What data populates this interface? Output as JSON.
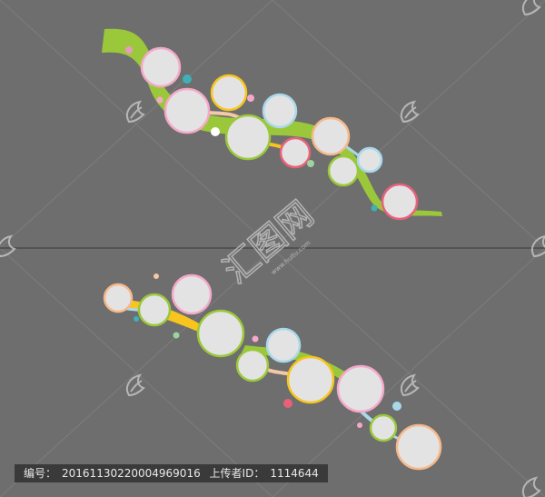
{
  "colors": {
    "background": "#6e6e6e",
    "vine_green": "#9bc83a",
    "accent_yellow": "#f7c51e",
    "accent_peach": "#f5c9a6",
    "accent_blue": "#a8d8ea",
    "bubble_fill": "#e3e3e3",
    "divider": "#4a4a4a",
    "caption_bg": "#3a3a3a",
    "caption_text": "#e8e8e8"
  },
  "watermark": {
    "brand_text": "汇图网",
    "url_text": "www.huitu.com",
    "icon": "leaf-swirl-logo-icon"
  },
  "caption": {
    "id_label": "编号：",
    "id_value": "20161130220004969016",
    "uploader_label": "上传者ID：",
    "uploader_value": "1114644"
  }
}
